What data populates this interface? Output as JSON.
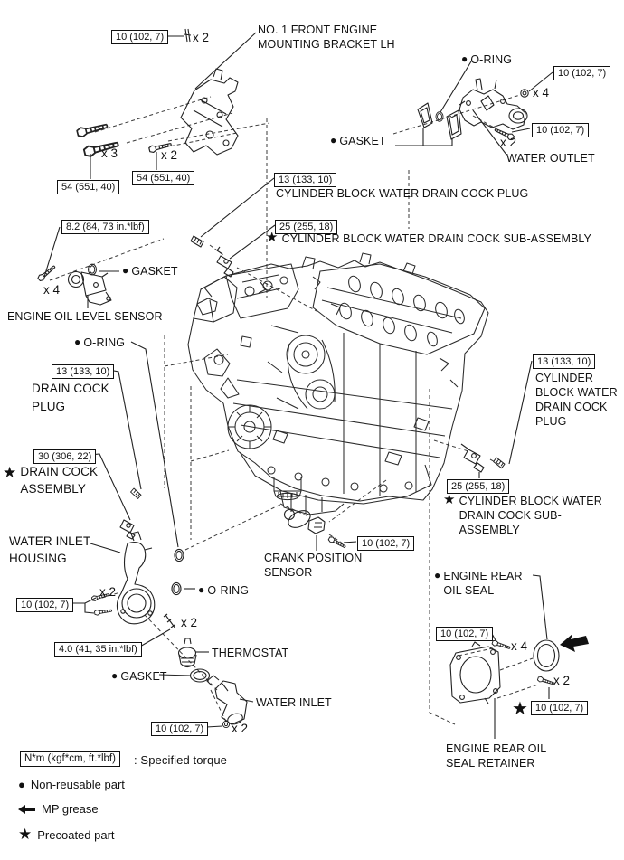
{
  "symbols": {
    "non_reusable": "●",
    "precoated": "★"
  },
  "torque_unit_note": {
    "box": "N*m (kgf*cm, ft.*lbf)",
    "meaning": ": Specified torque"
  },
  "legend": {
    "non_reusable": {
      "symbol": "●",
      "label": "Non-reusable part"
    },
    "mp_grease": {
      "symbol": "left-arrow",
      "label": "MP grease"
    },
    "precoated": {
      "symbol": "★",
      "label": "Precoated part"
    }
  },
  "parts": {
    "mounting_bracket": {
      "name": "NO. 1 FRONT ENGINE\nMOUNTING BRACKET LH",
      "bolt_torque": "10 (102, 7)",
      "bolt_qty": "x 2",
      "long_bolt_torque": "54 (551, 40)",
      "long_bolt_qty": "x 3",
      "short_bolt_torque": "54 (551, 40)",
      "short_bolt_qty": "x 2"
    },
    "oring_top": {
      "name": "O-RING"
    },
    "water_outlet": {
      "name": "WATER OUTLET",
      "nut_torque": "10 (102, 7)",
      "nut_qty": "x 4",
      "bolt_torque": "10 (102, 7)",
      "bolt_qty": "x 2"
    },
    "gasket_top": {
      "name": "GASKET"
    },
    "cyl_block_drain_plug_mid": {
      "name": "CYLINDER BLOCK WATER DRAIN COCK PLUG",
      "torque": "13 (133, 10)"
    },
    "cyl_block_drain_cock_mid": {
      "name": "CYLINDER BLOCK WATER DRAIN COCK SUB-ASSEMBLY",
      "torque": "25 (255, 18)"
    },
    "oil_level_sensor": {
      "name": "ENGINE OIL LEVEL SENSOR",
      "bolt_torque": "8.2 (84, 73 in.*lbf)",
      "bolt_qty": "x 4"
    },
    "gasket_sensor": {
      "name": "GASKET"
    },
    "oring_left": {
      "name": "O-RING"
    },
    "drain_cock_plug": {
      "name": "DRAIN COCK\nPLUG",
      "torque": "13 (133, 10)"
    },
    "drain_cock_assembly": {
      "name": "DRAIN COCK\nASSEMBLY",
      "torque": "30 (306, 22)"
    },
    "water_inlet_housing": {
      "name": "WATER INLET\nHOUSING",
      "bolt_torque": "10 (102, 7)",
      "bolt_qty": "x 2"
    },
    "oring_bottom": {
      "name": "O-RING"
    },
    "housing_studs": {
      "torque": "4.0 (41, 35 in.*lbf)",
      "qty": "x 2"
    },
    "thermostat": {
      "name": "THERMOSTAT"
    },
    "gasket_bottom": {
      "name": "GASKET"
    },
    "water_inlet": {
      "name": "WATER INLET",
      "nut_torque": "10 (102, 7)",
      "nut_qty": "x 2"
    },
    "crank_position_sensor": {
      "name": "CRANK POSITION\nSENSOR",
      "bolt_torque": "10 (102, 7)"
    },
    "cyl_block_drain_plug_right": {
      "name": "CYLINDER\nBLOCK WATER\nDRAIN COCK\nPLUG",
      "torque": "13 (133, 10)"
    },
    "cyl_block_drain_cock_right": {
      "name": "CYLINDER BLOCK WATER\nDRAIN COCK SUB-\nASSEMBLY",
      "torque": "25 (255, 18)"
    },
    "engine_rear_oil_seal": {
      "name": "ENGINE REAR\nOIL SEAL"
    },
    "rear_retainer_bolts_a": {
      "torque": "10 (102, 7)",
      "qty": "x 4"
    },
    "rear_retainer_bolts_b": {
      "torque": "10 (102, 7)",
      "qty": "x 2"
    },
    "engine_rear_oil_seal_retainer": {
      "name": "ENGINE REAR OIL\nSEAL RETAINER"
    }
  }
}
